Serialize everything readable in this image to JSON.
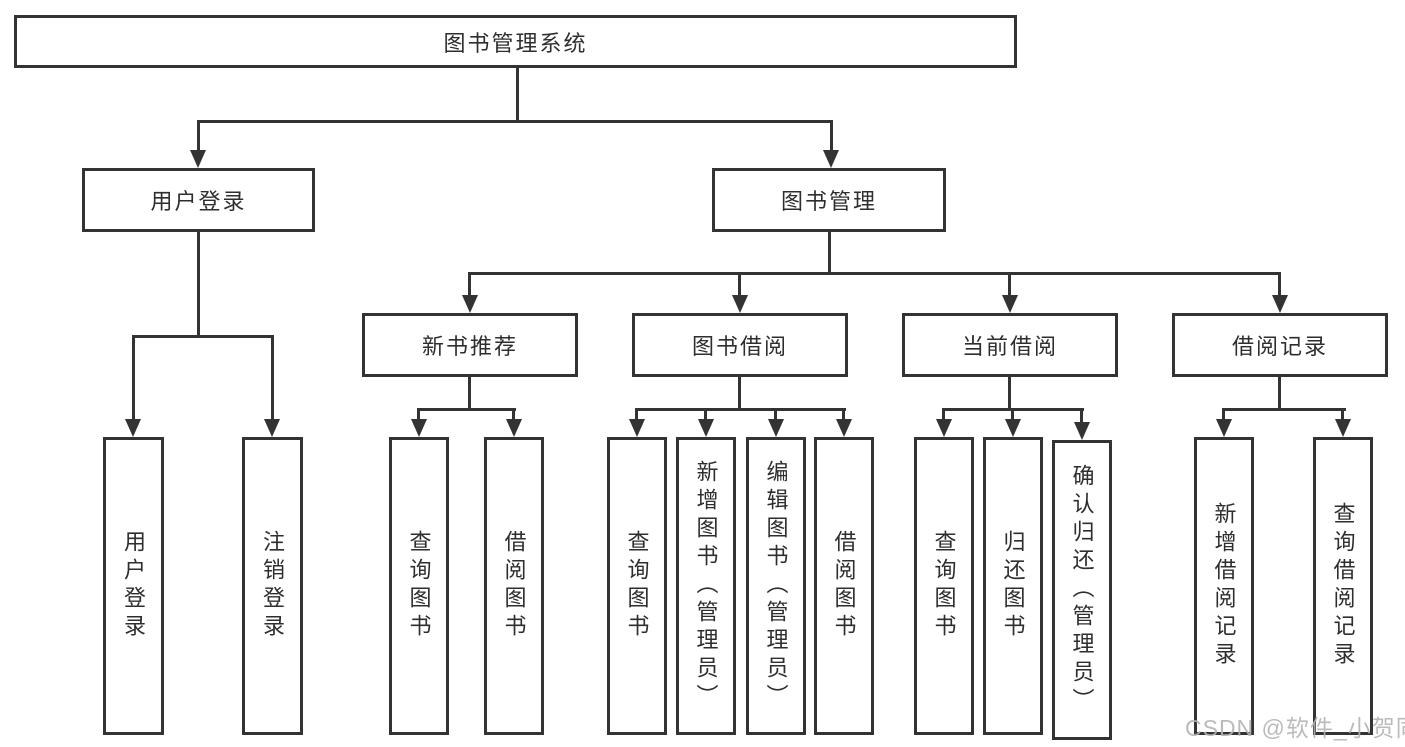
{
  "colors": {
    "line": "#333333",
    "box_border": "#333333",
    "box_fill": "#ffffff",
    "text": "#2e2e2e",
    "watermark": "#b4b4b4",
    "background": "#ffffff"
  },
  "tree": {
    "root": "图书管理系统",
    "user_branch": {
      "label": "用户登录",
      "children": [
        "用户登录",
        "注销登录"
      ]
    },
    "book_branch": {
      "label": "图书管理",
      "sections": {
        "recommend": {
          "label": "新书推荐",
          "children": [
            "查询图书",
            "借阅图书"
          ]
        },
        "borrow": {
          "label": "图书借阅",
          "children": [
            "查询图书",
            "新增图书（管理员）",
            "编辑图书（管理员）",
            "借阅图书"
          ]
        },
        "current": {
          "label": "当前借阅",
          "children": [
            "查询图书",
            "归还图书",
            "确认归还（管理员）"
          ]
        },
        "records": {
          "label": "借阅记录",
          "children": [
            "新增借阅记录",
            "查询借阅记录"
          ]
        }
      }
    }
  },
  "watermark": "CSDN @软件_小贺同学"
}
